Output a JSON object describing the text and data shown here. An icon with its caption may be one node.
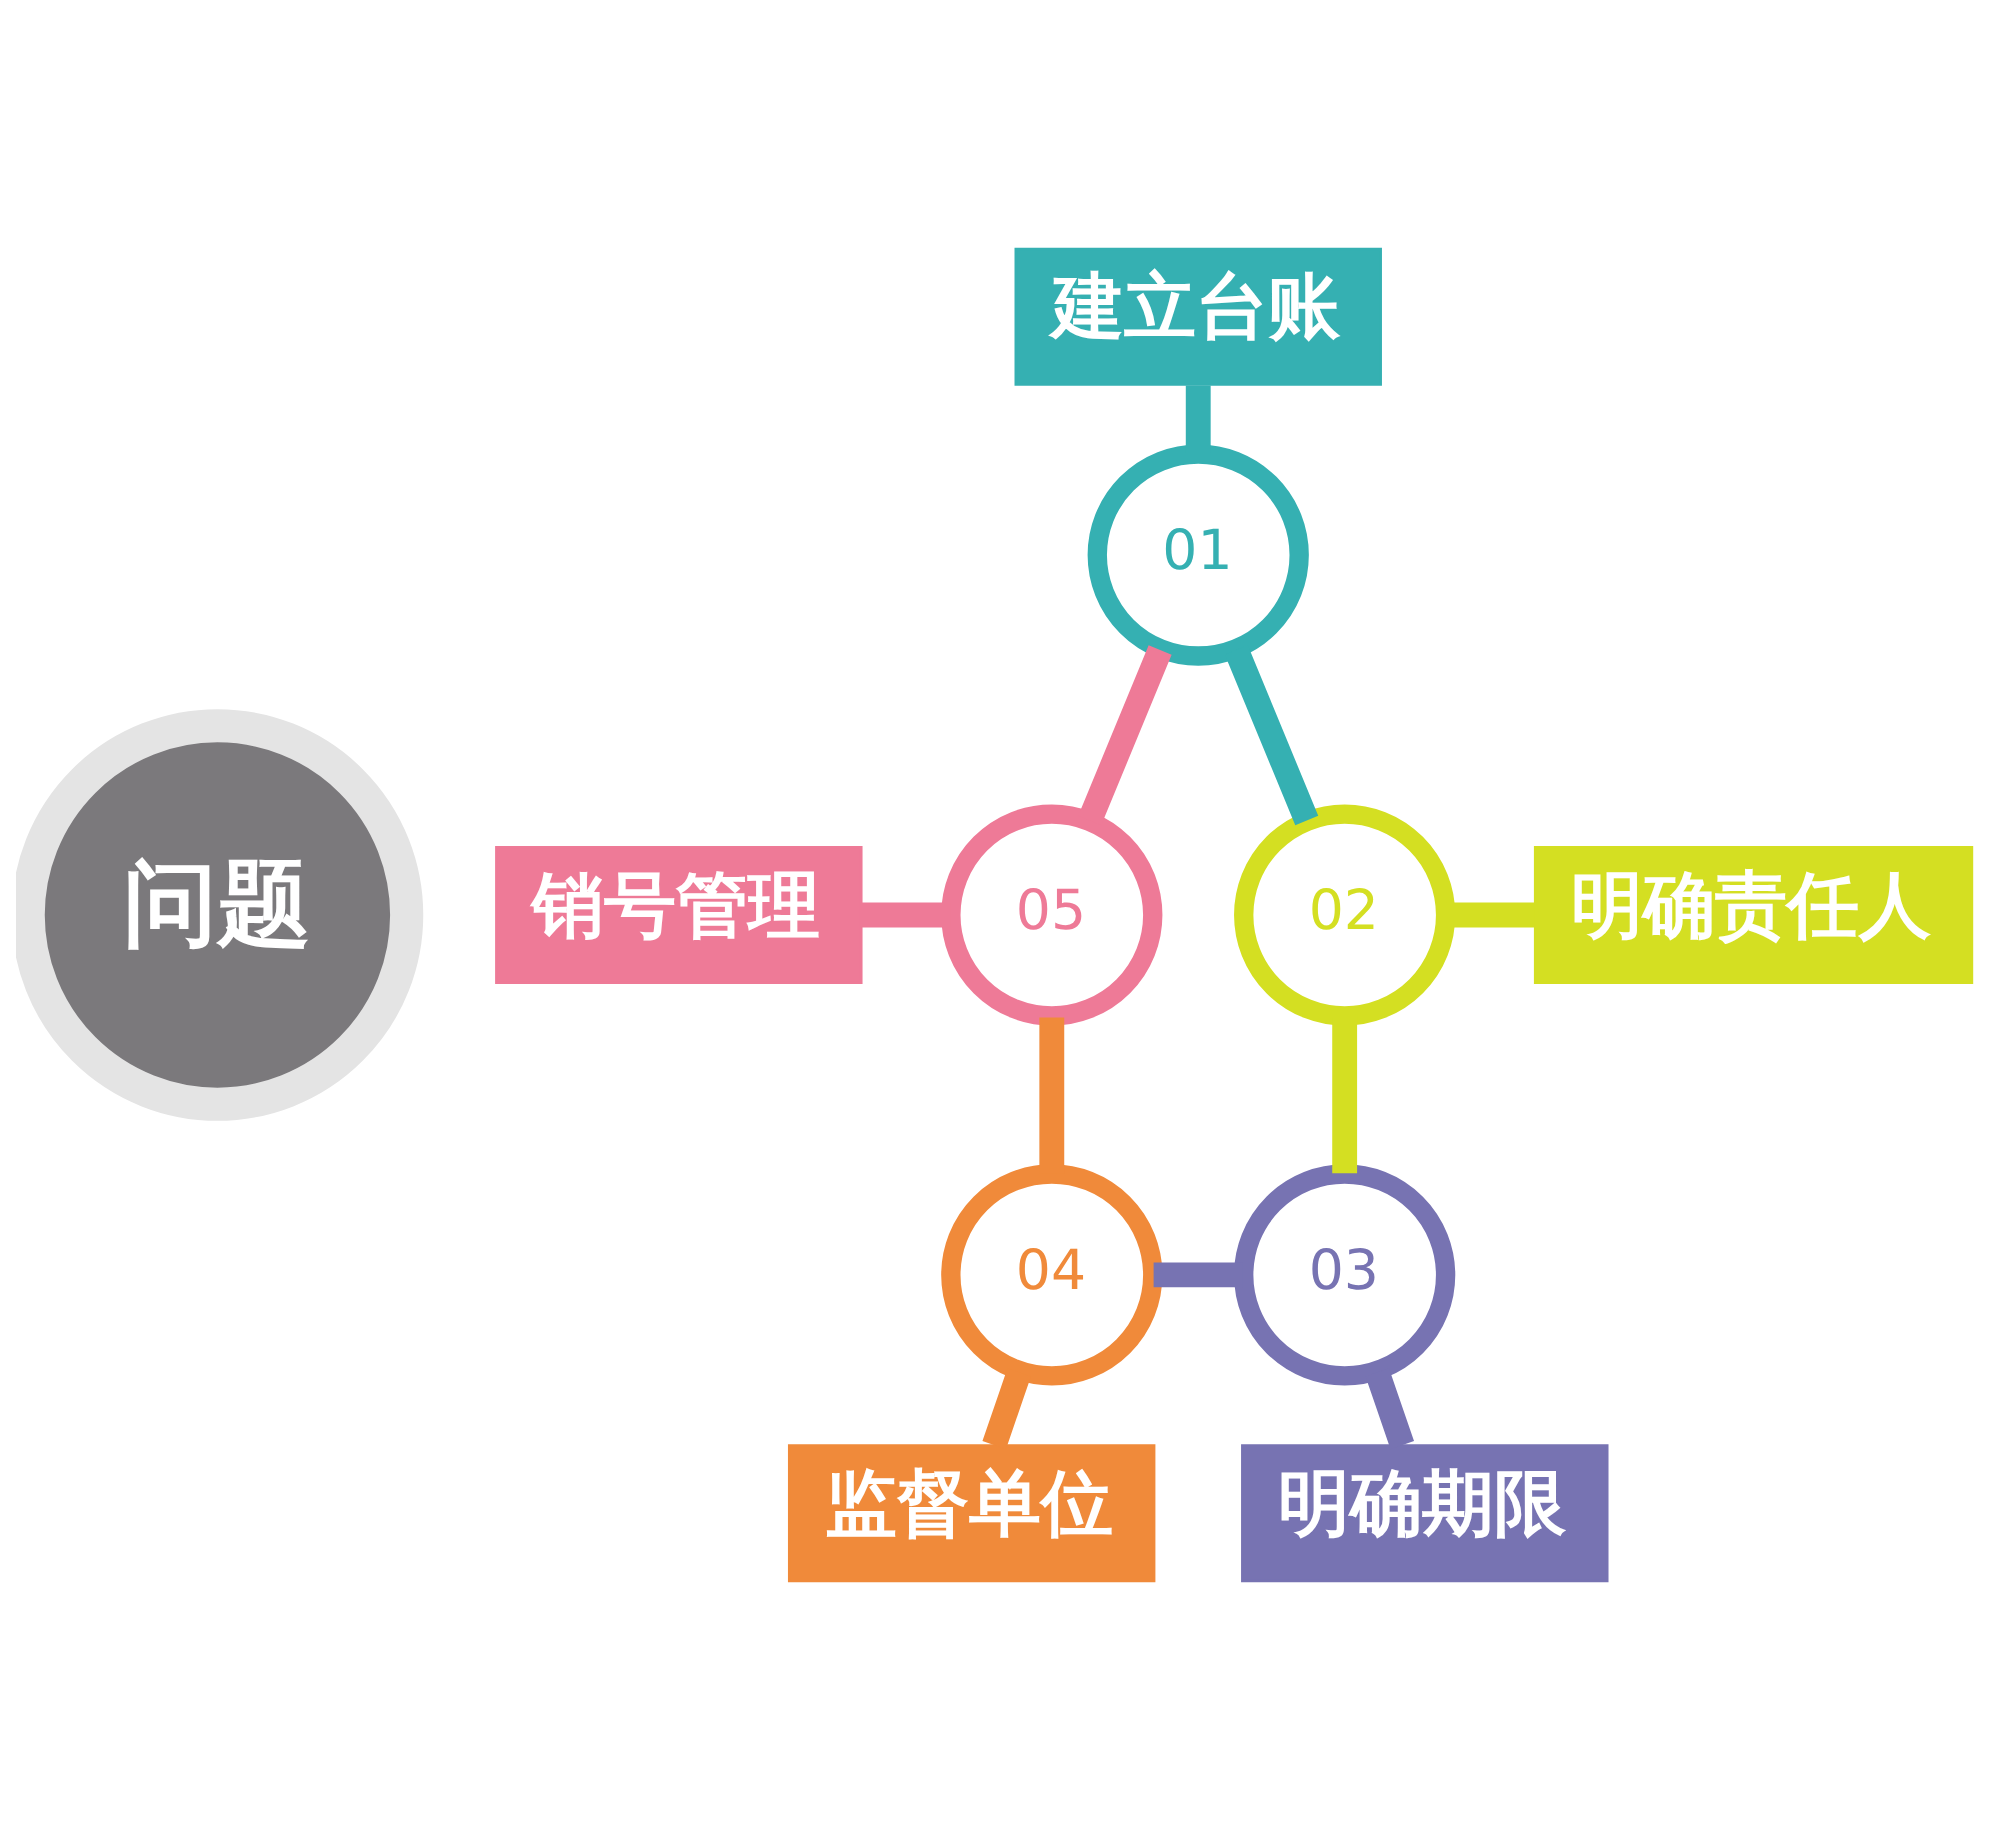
{
  "diagram": {
    "nodes": [
      {
        "text": [
          "问题"
        ]
      },
      {
        "text": [
          "01"
        ]
      },
      {
        "text": [
          "建立台账"
        ]
      },
      {
        "text": [
          "02"
        ]
      },
      {
        "text": [
          "明确责任人"
        ]
      },
      {
        "text": [
          "03"
        ]
      },
      {
        "text": [
          "明确期限"
        ]
      },
      {
        "text": [
          "04"
        ]
      },
      {
        "text": [
          "监督单位"
        ]
      },
      {
        "text": [
          "05"
        ]
      },
      {
        "text": [
          "销号管理"
        ]
      }
    ],
    "edges": [
      {
        "from": 2,
        "to": 1,
        "arrow": "none",
        "color": "#35b0b2"
      },
      {
        "from": 1,
        "to": 3,
        "arrow": "none",
        "color": "#35b0b2"
      },
      {
        "from": 3,
        "to": 4,
        "arrow": "none",
        "color": "#d4df22"
      },
      {
        "from": 3,
        "to": 5,
        "arrow": "none",
        "color": "#d4df22"
      },
      {
        "from": 5,
        "to": 6,
        "arrow": "none",
        "color": "#7773b2"
      },
      {
        "from": 7,
        "to": 5,
        "arrow": "none",
        "color": "#7773b2"
      },
      {
        "from": 7,
        "to": 8,
        "arrow": "none",
        "color": "#f08a3a"
      },
      {
        "from": 7,
        "to": 9,
        "arrow": "none",
        "color": "#f08a3a"
      },
      {
        "from": 10,
        "to": 9,
        "arrow": "none",
        "color": "#ee7a97"
      },
      {
        "from": 9,
        "to": 1,
        "arrow": "none",
        "color": "#ee7a97"
      }
    ]
  }
}
